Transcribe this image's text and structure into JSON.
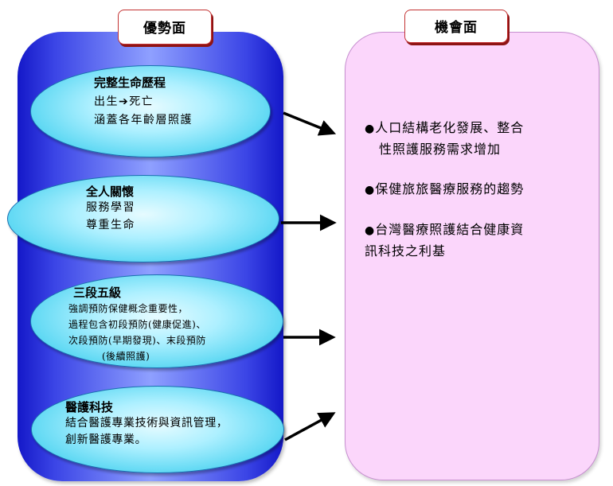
{
  "left_panel": {
    "title": "優勢面",
    "items": [
      {
        "title": "完整生命歷程",
        "lines": [
          "出生➔死亡",
          "涵蓋各年齡層照護"
        ]
      },
      {
        "title": "全人關懷",
        "lines": [
          "服務學習",
          "尊重生命"
        ]
      },
      {
        "title": "三段五級",
        "lines": [
          "強調預防保健概念重要性，",
          "過程包含初段預防(健康促進)、",
          "次段預防(早期發現)、末段預防",
          "(後續照護)"
        ]
      },
      {
        "title": "醫護科技",
        "lines": [
          "結合醫護專業技術與資訊管理，",
          "創新醫護專業。"
        ]
      }
    ]
  },
  "right_panel": {
    "title": "機會面",
    "bullet_glyph": "●",
    "bullets": [
      {
        "lines": [
          "人口結構老化發展、整合",
          "性照護服務需求增加"
        ]
      },
      {
        "lines": [
          "保健旅旅醫療服務的趨勢"
        ]
      },
      {
        "lines": [
          "台灣醫療照護結合健康資",
          "訊科技之利基"
        ]
      }
    ]
  },
  "colors": {
    "left_panel_dark": "#1418c8",
    "left_panel_light": "#8fa0ff",
    "oval_fill": "#57d6f2",
    "right_panel_fill": "#fbd6fb",
    "tag_border": "#c33232",
    "arrow": "#000000"
  }
}
